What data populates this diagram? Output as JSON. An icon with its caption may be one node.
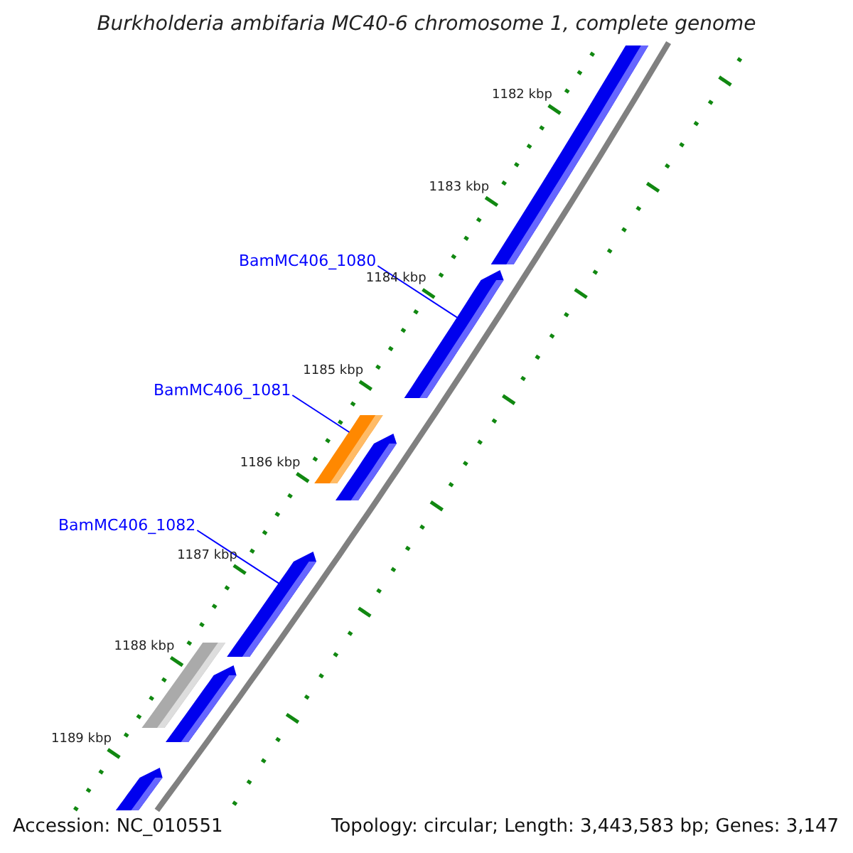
{
  "diagram": {
    "title": "Burkholderia ambifaria MC40-6 chromosome 1, complete genome",
    "nodes": [
      {
        "text": [],
        "shape": "bar"
      },
      {
        "text": [
          "BamMC406_1080"
        ]
      },
      {
        "text": [],
        "shape": "arrow"
      },
      {
        "text": [
          "BamMC406_1081"
        ]
      },
      {
        "text": [],
        "shape": "bar"
      },
      {
        "text": [],
        "shape": "arrow"
      },
      {
        "text": [
          "BamMC406_1082"
        ]
      },
      {
        "text": [],
        "shape": "arrow"
      },
      {
        "text": [],
        "shape": "bar"
      },
      {
        "text": [],
        "shape": "arrow"
      },
      {
        "text": [],
        "shape": "arrow"
      }
    ],
    "edges": [
      {
        "from": 1,
        "to": 2,
        "arrow": "none"
      },
      {
        "from": 3,
        "to": 4,
        "arrow": "none"
      },
      {
        "from": 6,
        "to": 7,
        "arrow": "none"
      }
    ],
    "labels": [
      "1182 kbp",
      "1183 kbp",
      "1184 kbp",
      "1185 kbp",
      "1186 kbp",
      "1187 kbp",
      "1188 kbp",
      "1189 kbp",
      "Accession: NC_010551",
      "Topology: circular; Length: 3,443,583 bp; Genes: 3,147"
    ]
  }
}
